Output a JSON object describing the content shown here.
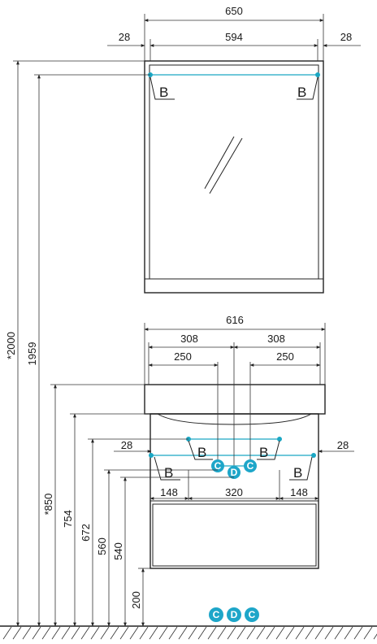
{
  "mirror": {
    "overall_width": "650",
    "side_left": "28",
    "inner_width": "594",
    "side_right": "28",
    "mount_label_left": "B",
    "mount_label_right": "B"
  },
  "vanity": {
    "overall_width": "616",
    "half_left": "308",
    "half_right": "308",
    "tap_left": "250",
    "tap_right": "250",
    "side_left": "28",
    "side_right": "28",
    "mount_upper_left": "B",
    "mount_upper_right": "B",
    "mount_lower_left": "B",
    "mount_lower_right": "B",
    "bottom_left": "148",
    "bottom_center": "320",
    "bottom_right": "148"
  },
  "heights": {
    "total": "*2000",
    "mirror_mount": "1959",
    "basin_top": "*850",
    "h754": "754",
    "h672": "672",
    "h560": "560",
    "h540": "540",
    "floor_gap": "200"
  },
  "markers": {
    "c_left": "C",
    "d": "D",
    "c_right": "C",
    "legend_c1": "C",
    "legend_d": "D",
    "legend_c2": "C"
  },
  "colors": {
    "line": "#222222",
    "accent_cyan": "#1aa7c4",
    "marker_fill": "#1ea6c9"
  }
}
